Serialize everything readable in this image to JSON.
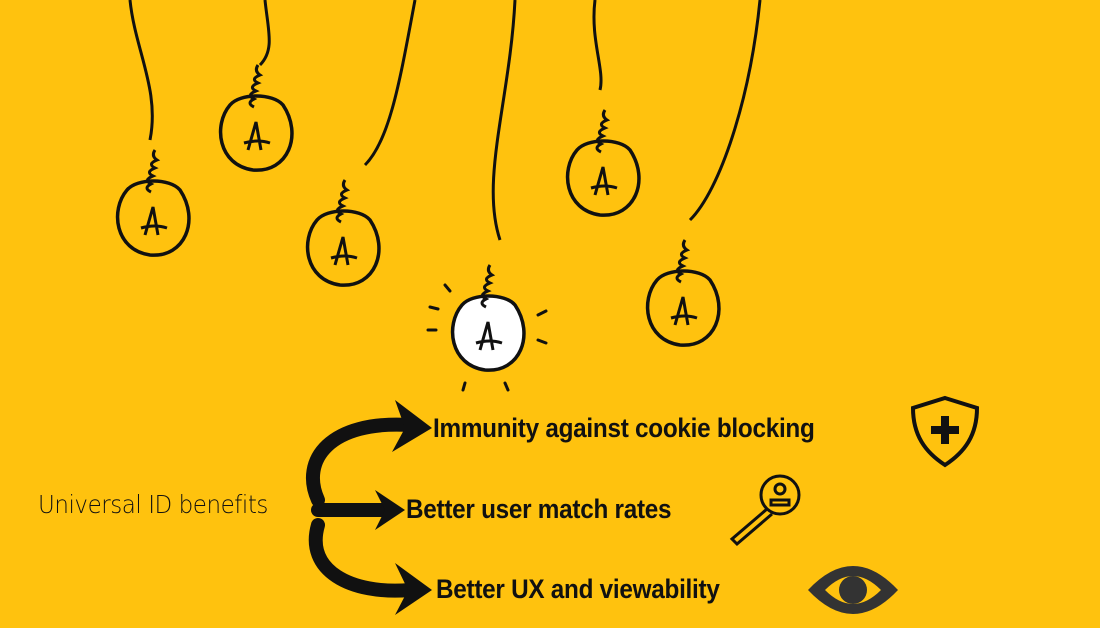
{
  "title": "Universal ID benefits",
  "benefits": [
    {
      "label": "Immunity against cookie blocking",
      "icon": "shield-plus-icon"
    },
    {
      "label": "Better user match rates",
      "icon": "user-search-icon"
    },
    {
      "label": "Better UX and viewability",
      "icon": "eye-icon"
    }
  ],
  "colors": {
    "background": "#FFC20E",
    "ink": "#111111",
    "lit_bulb": "#FFFFFF"
  }
}
